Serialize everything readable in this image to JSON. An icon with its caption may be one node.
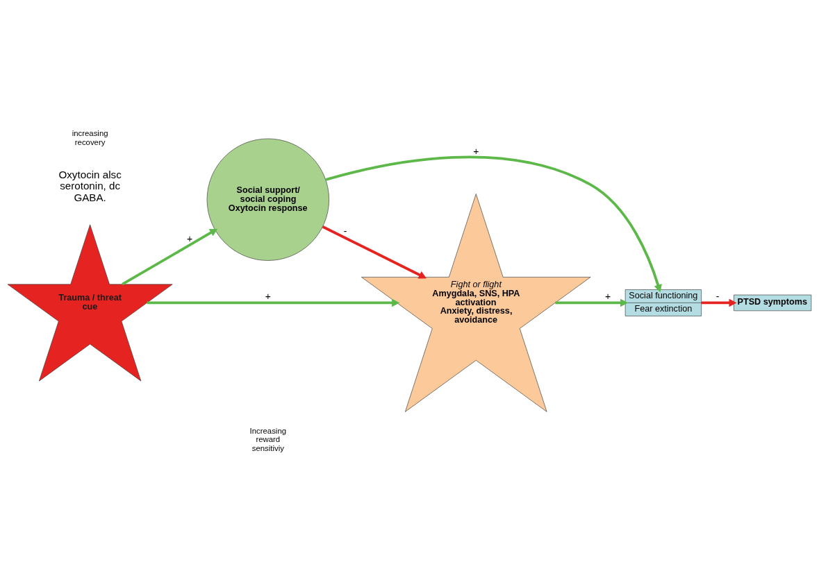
{
  "diagram": {
    "nodes": [
      {
        "text": [
          "Trauma / threat cue"
        ]
      },
      {
        "text": [
          "Social support/ social coping Oxytocin response"
        ]
      },
      {
        "text": [
          "Fight or flight",
          "Amygdala, SNS, HPA activation",
          "Anxiety, distress, avoidance"
        ]
      },
      {
        "text": [
          "Social functioning",
          "Fear extinction"
        ]
      },
      {
        "text": [
          "PTSD symptoms"
        ]
      }
    ],
    "edges": [
      {
        "from": 0,
        "to": 1,
        "arrow": "to",
        "label": "+"
      },
      {
        "from": 0,
        "to": 2,
        "arrow": "to",
        "label": "+"
      },
      {
        "from": 1,
        "to": 2,
        "arrow": "to",
        "label": "-",
        "color": "#e52421"
      },
      {
        "from": 1,
        "to": 3,
        "arrow": "to",
        "label": "+"
      },
      {
        "from": 2,
        "to": 3,
        "arrow": "to",
        "label": "+"
      },
      {
        "from": 3,
        "to": 4,
        "arrow": "to",
        "label": "-",
        "color": "#e52421"
      }
    ],
    "labels": [
      "Oxytocin alsc serotonin, dc GABA.",
      "Increasing reward sensitiviy",
      "increasing recovery"
    ]
  }
}
